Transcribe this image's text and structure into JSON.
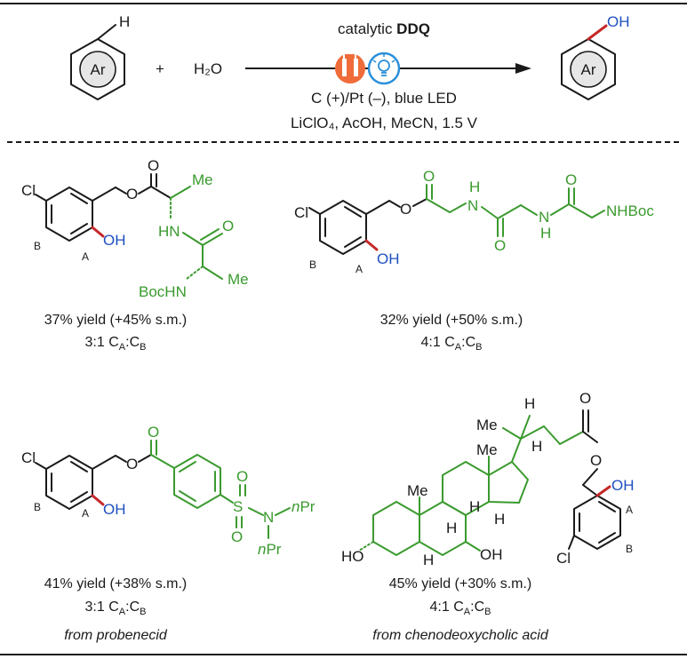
{
  "scheme": {
    "reactant_label": "Ar",
    "reactant_h": "H",
    "plus": "+",
    "water": "H₂O",
    "catalyst_prefix": "catalytic ",
    "catalyst_name": "DDQ",
    "conditions_line1": "C (+)/Pt (–), blue LED",
    "conditions_line2": "LiClO₄, AcOH, MeCN, 1.5 V",
    "product_label": "Ar",
    "product_oh": "OH"
  },
  "products": [
    {
      "yield": "37% yield (+45% s.m.)",
      "ratio": "3:1 Cₐ:Cʙ",
      "ratio_main": "3:1 C",
      "ratio_sub_a": "A",
      "ratio_sub_b": "B",
      "source": ""
    },
    {
      "yield": "32% yield (+50% s.m.)",
      "ratio_main": "4:1 C",
      "ratio_sub_a": "A",
      "ratio_sub_b": "B",
      "source": ""
    },
    {
      "yield": "41% yield (+38% s.m.)",
      "ratio_main": "3:1 C",
      "ratio_sub_a": "A",
      "ratio_sub_b": "B",
      "source": "from probenecid"
    },
    {
      "yield": "45% yield (+30% s.m.)",
      "ratio_main": "4:1 C",
      "ratio_sub_a": "A",
      "ratio_sub_b": "B",
      "source": "from chenodeoxycholic acid"
    }
  ],
  "labels": {
    "cl": "Cl",
    "oh": "OH",
    "pos_a": "A",
    "pos_b": "B",
    "o": "O",
    "me": "Me",
    "hn": "HN",
    "h": "H",
    "n": "N",
    "s": "S",
    "nhboc": "NHBoc",
    "bochn": "BocHN",
    "ho": "HO",
    "npr": "nPr",
    "n_italic": "n",
    "pr": "Pr"
  },
  "colors": {
    "green": "#3a9a2e",
    "red": "#c62828",
    "blue": "#1e4fc0",
    "orange": "#ef6c3a",
    "lightblue": "#2b8fd9"
  }
}
